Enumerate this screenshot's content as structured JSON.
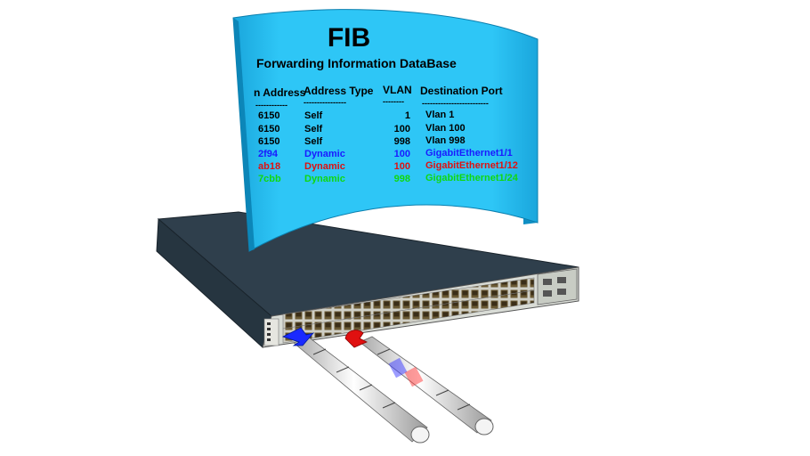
{
  "fib": {
    "title": "FIB",
    "subtitle": "Forwarding Information DataBase",
    "headers": [
      "n Address",
      "Address Type",
      "VLAN",
      "Destination Port"
    ],
    "separators": [
      "------------",
      "----------------",
      "--------",
      "-------------------------"
    ],
    "rows": [
      {
        "mac": "6150",
        "type": "Self",
        "vlan": "1",
        "port": "Vlan 1",
        "color": "#000000"
      },
      {
        "mac": "6150",
        "type": "Self",
        "vlan": "100",
        "port": "Vlan 100",
        "color": "#000000"
      },
      {
        "mac": "6150",
        "type": "Self",
        "vlan": "998",
        "port": "Vlan 998",
        "color": "#000000"
      },
      {
        "mac": "2f94",
        "type": "Dynamic",
        "vlan": "100",
        "port": "GigabitEthernet1/1",
        "color": "#1a1aff"
      },
      {
        "mac": "ab18",
        "type": "Dynamic",
        "vlan": "100",
        "port": "GigabitEthernet1/12",
        "color": "#e01010"
      },
      {
        "mac": "7cbb",
        "type": "Dynamic",
        "vlan": "998",
        "port": "GigabitEthernet1/24",
        "color": "#10d810"
      }
    ]
  },
  "colors": {
    "screen": "#22bdf0",
    "screen_back": "#0f8fc4",
    "switch_body": "#2c3b47",
    "switch_front": "#d9dcd6"
  }
}
